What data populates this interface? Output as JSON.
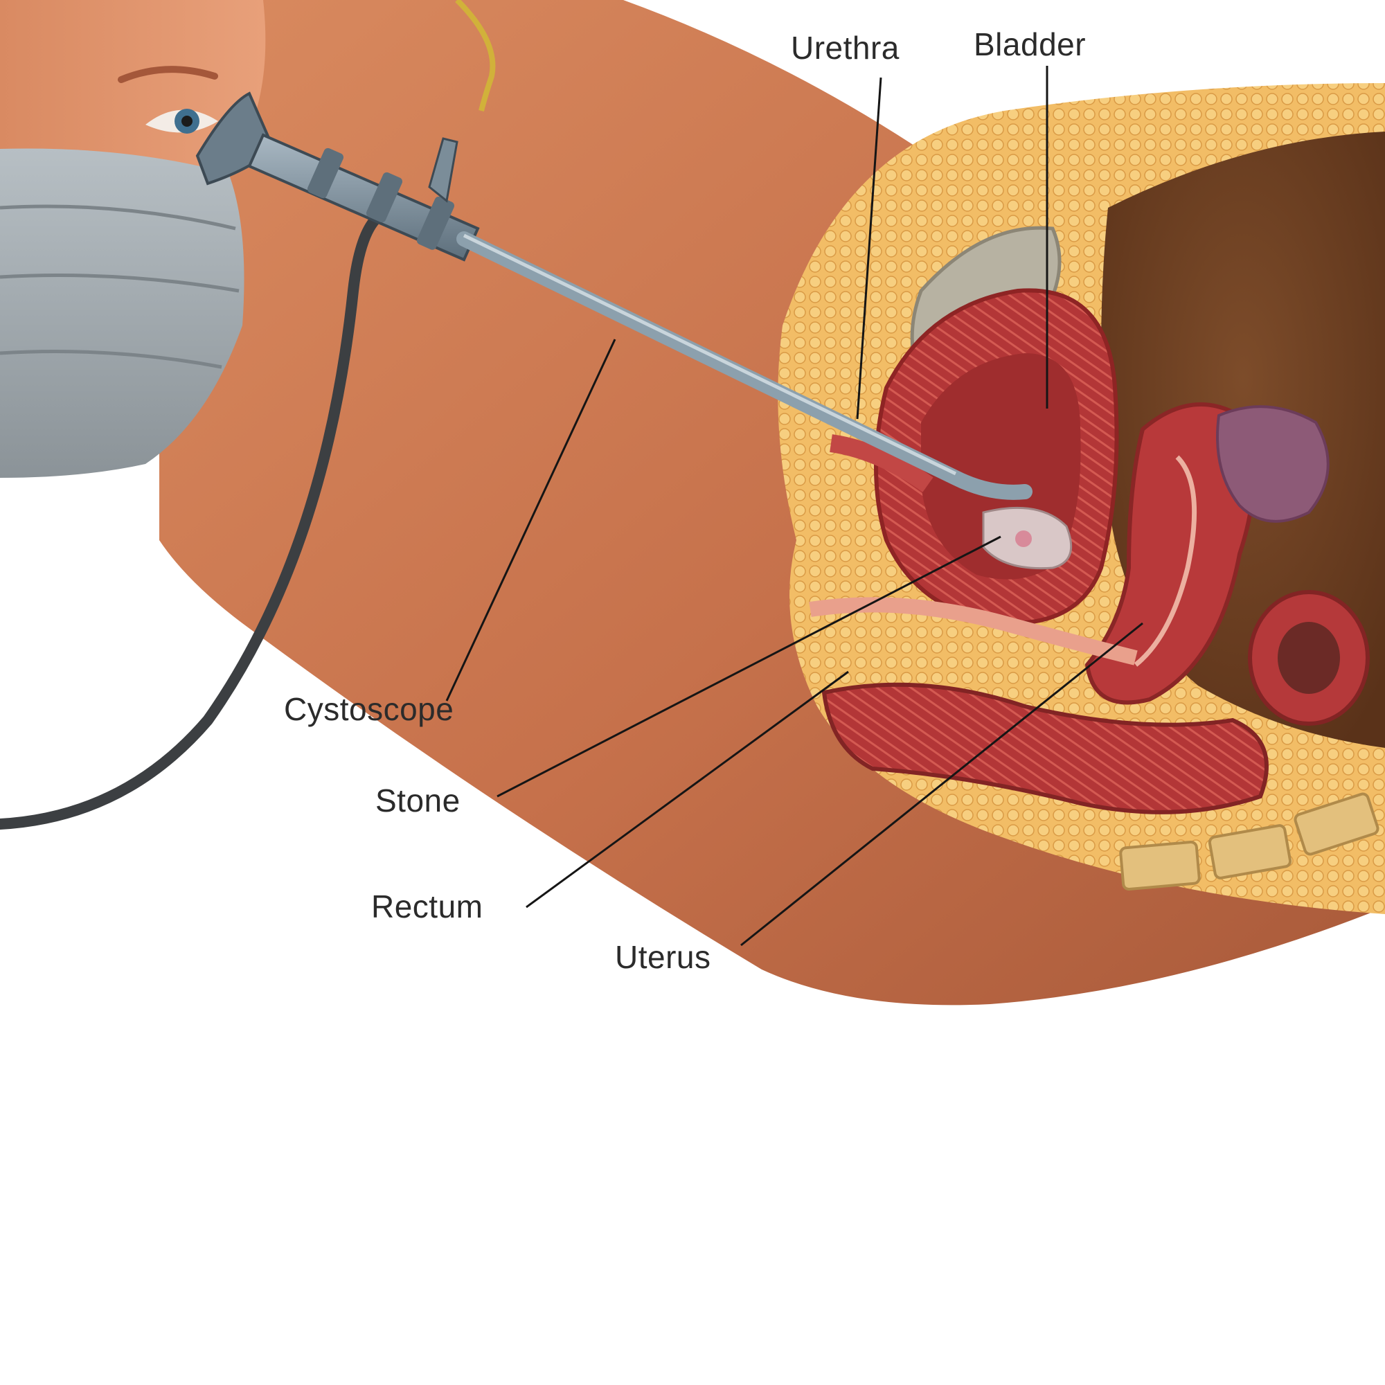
{
  "labels": {
    "urethra": "Urethra",
    "bladder": "Bladder",
    "cystoscope": "Cystoscope",
    "stone": "Stone",
    "rectum": "Rectum",
    "uterus": "Uterus"
  },
  "colors": {
    "skin": "#c8744f",
    "fat": "#f0b95f",
    "muscle": "#b8393a",
    "mask": "#9ea6ac",
    "instrument": "#7a8c99",
    "tube": "#3c3f42",
    "cavity": "#6b3f22"
  }
}
